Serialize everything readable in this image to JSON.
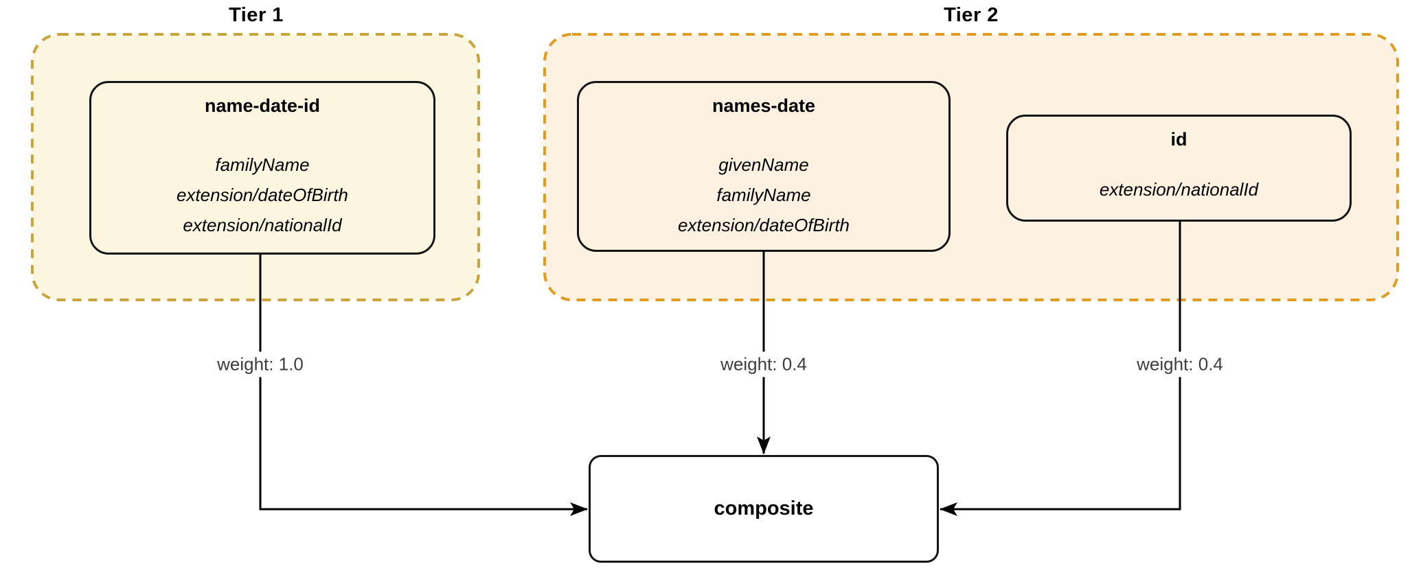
{
  "diagram": {
    "tiers": [
      {
        "label": "Tier 1",
        "nodes": [
          {
            "title": "name-date-id",
            "fields": [
              "familyName",
              "extension/dateOfBirth",
              "extension/nationalId"
            ]
          }
        ]
      },
      {
        "label": "Tier 2",
        "nodes": [
          {
            "title": "names-date",
            "fields": [
              "givenName",
              "familyName",
              "extension/dateOfBirth"
            ]
          },
          {
            "title": "id",
            "fields": [
              "extension/nationalId"
            ]
          }
        ]
      }
    ],
    "composite_node": {
      "title": "composite"
    },
    "edges": [
      {
        "from": "name-date-id",
        "to": "composite",
        "label": "weight: 1.0"
      },
      {
        "from": "names-date",
        "to": "composite",
        "label": "weight: 0.4"
      },
      {
        "from": "id",
        "to": "composite",
        "label": "weight: 0.4"
      }
    ],
    "colors": {
      "tier1_fill": "#fcf5df",
      "tier1_border": "#c9a43c",
      "tier2_fill": "#fdf1e2",
      "tier2_border": "#e09c20",
      "node_border": "#141414",
      "node_text": "#000000",
      "composite_fill": "#ffffff",
      "edge_color": "#000000",
      "weight_label_color": "#3d3d3d"
    }
  }
}
